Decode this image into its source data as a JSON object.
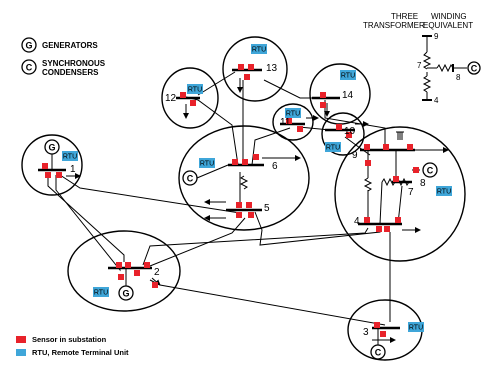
{
  "colors": {
    "sensor": "#e8222a",
    "rtu": "#3fa6d9",
    "line": "#000000"
  },
  "legend_top": {
    "generator_symbol": "G",
    "generators": "GENERATORS",
    "condenser_symbol": "C",
    "condensers_line1": "SYNCHRONOUS",
    "condensers_line2": "CONDENSERS"
  },
  "transformer_note": {
    "title_left_1": "THREE",
    "title_left_2": "TRANSFORMER",
    "title_right_1": "WINDING",
    "title_right_2": "EQUIVALENT",
    "bus_top": "9",
    "bus_left": "7",
    "bus_right": "8",
    "bus_bottom": "4",
    "condenser_symbol": "C"
  },
  "buses": {
    "b1": "1",
    "b2": "2",
    "b3": "3",
    "b4": "4",
    "b5": "5",
    "b6": "6",
    "b7": "7",
    "b8": "8",
    "b9": "9",
    "b10": "10",
    "b11": "11",
    "b12": "12",
    "b13": "13",
    "b14": "14"
  },
  "rtu_label": "RTU",
  "gen_symbol": "G",
  "cond_symbol": "C",
  "legend_bottom": {
    "sensor": "Sensor in substation",
    "rtu": "RTU, Remote Terminal Unit"
  }
}
